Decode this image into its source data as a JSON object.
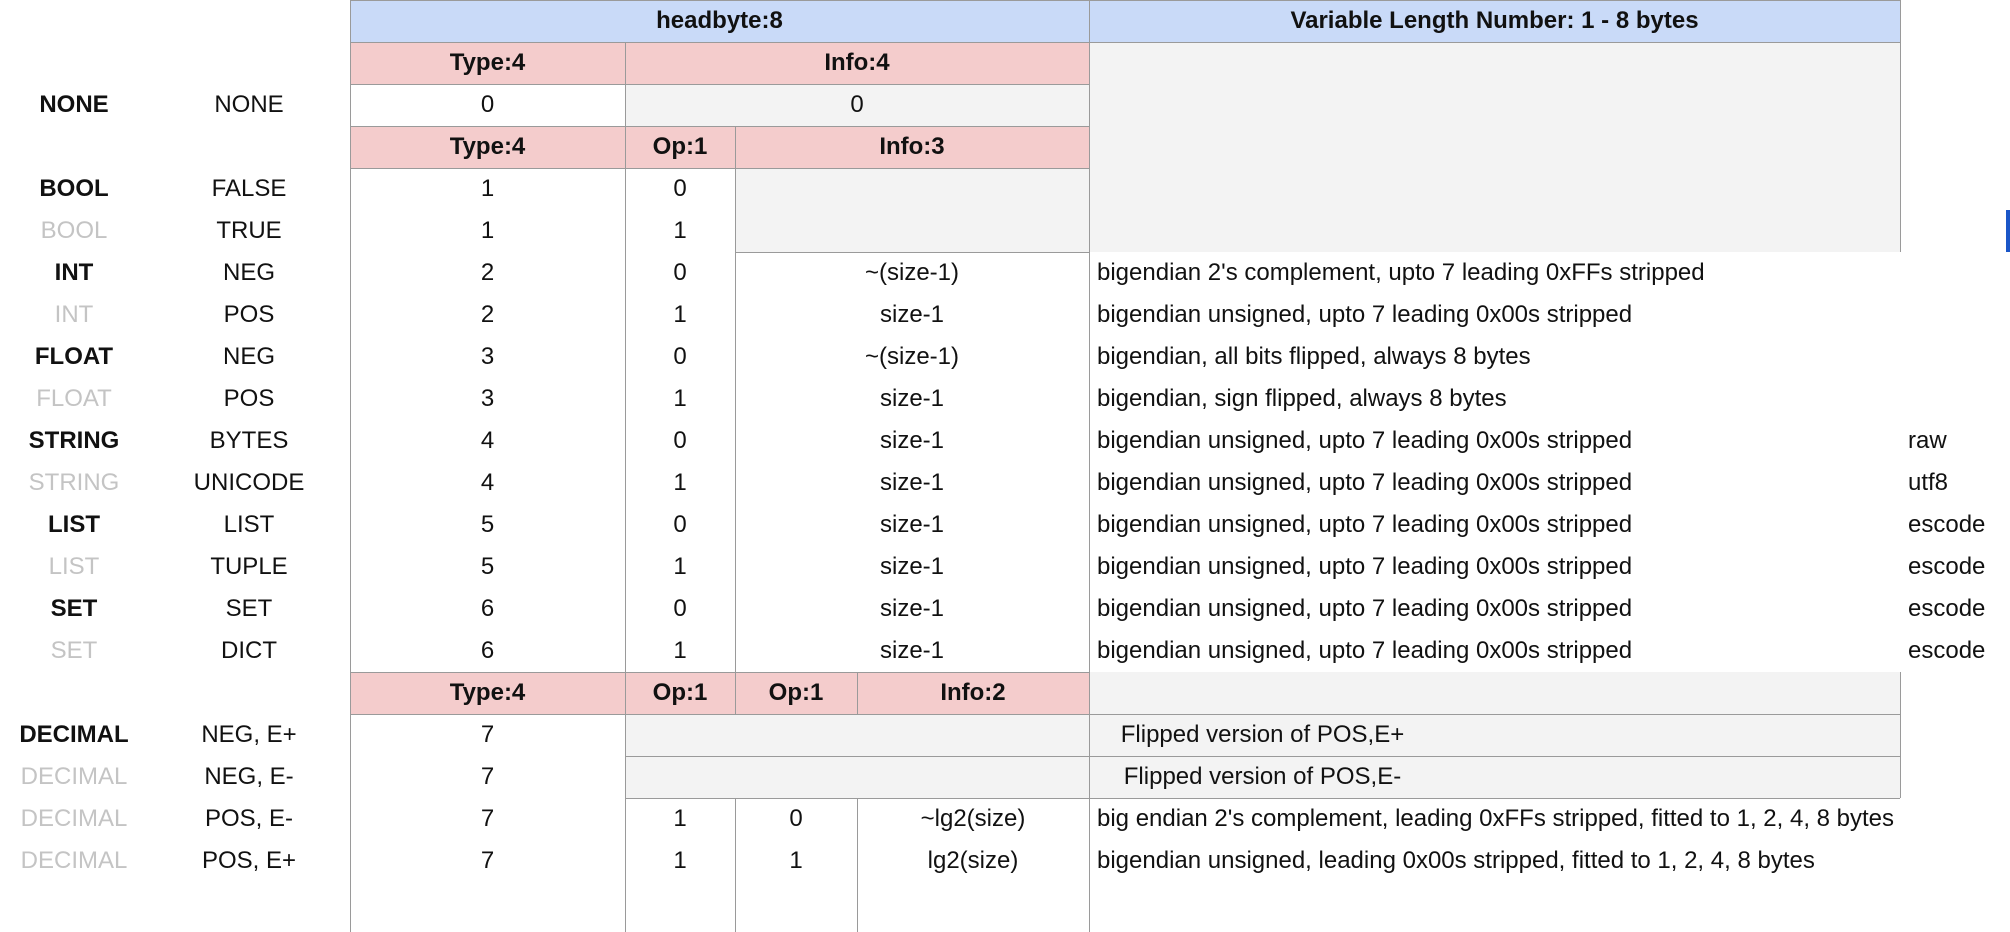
{
  "header": {
    "headbyte": "headbyte:8",
    "varlen": "Variable Length Number: 1 - 8 bytes"
  },
  "subheaders": {
    "a": [
      "Type:4",
      "Info:4"
    ],
    "b": [
      "Type:4",
      "Op:1",
      "Info:3"
    ],
    "c": [
      "Type:4",
      "Op:1",
      "Op:1",
      "Info:2"
    ]
  },
  "none_row": {
    "name": "NONE",
    "sub": "NONE",
    "type": "0",
    "info": "0"
  },
  "rows": [
    {
      "name": "BOOL",
      "sub": "FALSE",
      "type": "1",
      "op": "0",
      "info": "",
      "desc": "",
      "enc": ""
    },
    {
      "name": "BOOL",
      "sub": "TRUE",
      "type": "1",
      "op": "1",
      "info": "",
      "desc": "",
      "enc": ""
    },
    {
      "name": "INT",
      "sub": "NEG",
      "type": "2",
      "op": "0",
      "info": "~(size-1)",
      "desc": "bigendian 2's complement, upto 7 leading 0xFFs stripped",
      "enc": ""
    },
    {
      "name": "INT",
      "sub": "POS",
      "type": "2",
      "op": "1",
      "info": "size-1",
      "desc": "bigendian unsigned, upto 7 leading 0x00s stripped",
      "enc": ""
    },
    {
      "name": "FLOAT",
      "sub": "NEG",
      "type": "3",
      "op": "0",
      "info": "~(size-1)",
      "desc": "bigendian, all bits flipped, always 8 bytes",
      "enc": ""
    },
    {
      "name": "FLOAT",
      "sub": "POS",
      "type": "3",
      "op": "1",
      "info": "size-1",
      "desc": "bigendian, sign flipped, always 8 bytes",
      "enc": ""
    },
    {
      "name": "STRING",
      "sub": "BYTES",
      "type": "4",
      "op": "0",
      "info": "size-1",
      "desc": "bigendian unsigned, upto 7 leading 0x00s stripped",
      "enc": "raw"
    },
    {
      "name": "STRING",
      "sub": "UNICODE",
      "type": "4",
      "op": "1",
      "info": "size-1",
      "desc": "bigendian unsigned, upto 7 leading 0x00s stripped",
      "enc": "utf8"
    },
    {
      "name": "LIST",
      "sub": "LIST",
      "type": "5",
      "op": "0",
      "info": "size-1",
      "desc": "bigendian unsigned, upto 7 leading 0x00s stripped",
      "enc": "escode"
    },
    {
      "name": "LIST",
      "sub": "TUPLE",
      "type": "5",
      "op": "1",
      "info": "size-1",
      "desc": "bigendian unsigned, upto 7 leading 0x00s stripped",
      "enc": "escode"
    },
    {
      "name": "SET",
      "sub": "SET",
      "type": "6",
      "op": "0",
      "info": "size-1",
      "desc": "bigendian unsigned, upto 7 leading 0x00s stripped",
      "enc": "escode"
    },
    {
      "name": "SET",
      "sub": "DICT",
      "type": "6",
      "op": "1",
      "info": "size-1",
      "desc": "bigendian unsigned, upto 7 leading 0x00s stripped",
      "enc": "escode"
    }
  ],
  "decimal_rows": [
    {
      "name": "DECIMAL",
      "sub": "NEG, E+",
      "type": "7",
      "merged": "Flipped version of POS,E+"
    },
    {
      "name": "DECIMAL",
      "sub": "NEG, E-",
      "type": "7",
      "merged": "Flipped version of POS,E-"
    },
    {
      "name": "DECIMAL",
      "sub": "POS, E-",
      "type": "7",
      "op1": "1",
      "op2": "0",
      "info": "~lg2(size)",
      "desc": "big endian 2's complement, leading 0xFFs stripped, fitted to 1, 2, 4, 8 bytes"
    },
    {
      "name": "DECIMAL",
      "sub": "POS, E+",
      "type": "7",
      "op1": "1",
      "op2": "1",
      "info": "lg2(size)",
      "desc": "bigendian unsigned, leading 0x00s stripped, fitted to 1, 2, 4, 8 bytes"
    }
  ]
}
